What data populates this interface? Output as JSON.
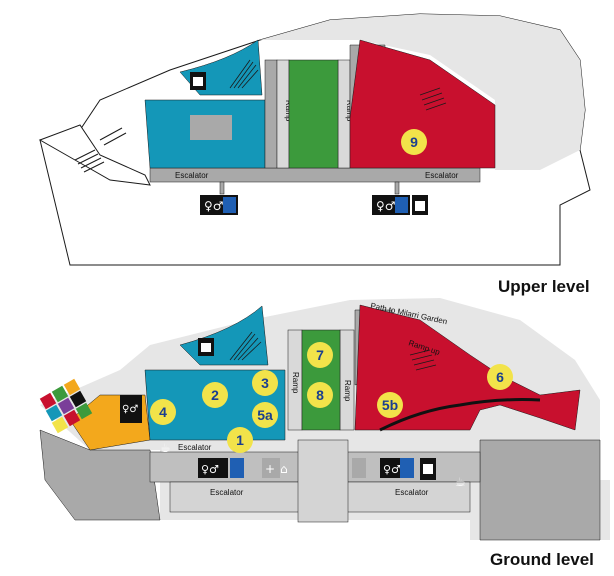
{
  "upper": {
    "title": "Upper level",
    "labels": {
      "escalator_left": "Escalator",
      "escalator_right": "Escalator",
      "ramp_left": "Ramp",
      "ramp_right": "Ramp"
    },
    "badges": [
      "9"
    ]
  },
  "ground": {
    "title": "Ground level",
    "labels": {
      "path": "Path to Milarri Garden",
      "ramp_up": "Ramp up",
      "escalator_left": "Escalator",
      "escalator_bottom_left": "Escalator",
      "escalator_bottom_right": "Escalator",
      "ramp_left": "Ramp",
      "ramp_right": "Ramp"
    },
    "badges": [
      "1",
      "2",
      "3",
      "4",
      "5a",
      "5b",
      "6",
      "7",
      "8"
    ]
  },
  "icons": [
    "toilets-icon",
    "accessible-icon",
    "lift-icon",
    "first-aid-icon",
    "cloakroom-icon",
    "lockers-icon",
    "cafe-icon"
  ],
  "colors": {
    "outline": "#1a1a1a",
    "ground_area": "#e6e6e6",
    "building_grey": "#a9a9a9",
    "blue": "#1497b8",
    "green": "#3c9a3c",
    "crimson": "#c8102e",
    "orange": "#f3a81c",
    "yellow_badge": "#f2e34a",
    "badge_text": "#1b3f8f"
  }
}
